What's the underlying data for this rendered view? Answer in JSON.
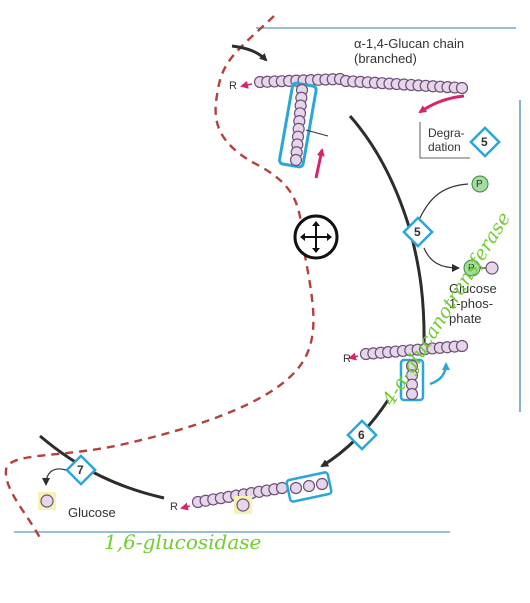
{
  "labels": {
    "chain_line1": "α-1,4-Glucan chain",
    "chain_line2": "(branched)",
    "reducing_end": "R",
    "degradation_line1": "Degra-",
    "degradation_line2": "dation",
    "step5_top": "5",
    "step5_mid": "5",
    "step6": "6",
    "step7": "7",
    "phosphate": "P",
    "g1p_line1": "Glucose",
    "g1p_line2": "1-phos-",
    "g1p_line3": "phate",
    "glucose": "Glucose"
  },
  "annotations": {
    "transferase": "4-α-glucanotransferase",
    "glucosidase": "1,6-glucosidase"
  },
  "icons": {
    "move": "move-cross-icon"
  },
  "colors": {
    "bead_fill": "#e6d6ea",
    "bead_stroke": "#6d4f78",
    "cyan": "#29a7d9",
    "magenta": "#d8246e",
    "dashed_red": "#b5403c",
    "handwriting_green": "#6fcf2e",
    "phosphate_fill": "#a7dba3",
    "glucose_highlight": "#f6f2b2"
  }
}
